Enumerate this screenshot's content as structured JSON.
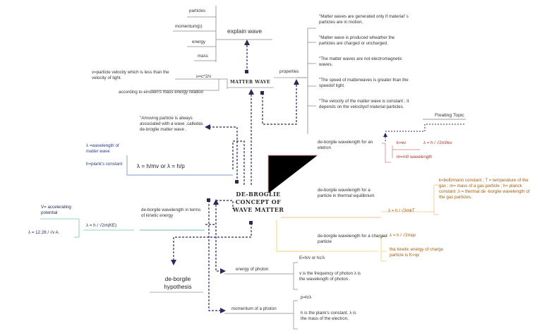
{
  "center": {
    "title_line1": "DE-BROGLIE",
    "title_line2": "CONCEPT OF",
    "title_line3": "WAVE MATTER"
  },
  "matter_wave": {
    "title": "MATTER WAVE",
    "explain": "explain wave",
    "explain_items": [
      "particles",
      "momentum(p)",
      "energy",
      "mass"
    ],
    "formula": "υ=c^2/v",
    "velocity_note": "v=particle velocity which is less than the velocity of light.",
    "einstein": "according to einstein's mass energy relation",
    "properties": "properties",
    "property_items": [
      "\"Matter waves are generated only if material' s particles are in motion.",
      "\"Matter wave is produced wheather the particles are charged or uncharged.",
      "\"The matter waves are not electromagnetic waves.",
      "\"The speed of matterwaves is greater than the speedof light.",
      "\"The velocity of the matter wave is constant ; it depends on the velocityof material particles."
    ]
  },
  "floating_topic": "Floating Topic",
  "moving_particle": "\"Amoving particle is always associated with a wave ,calledas de-broglie matter wave .",
  "formula_main": "λ = h/mv or λ = h/p",
  "lambda_def": "λ =wavelength of matter wave",
  "h_def": "h=plank's constant",
  "electron": {
    "label": "de-borgile wavelength for an eletron",
    "k": "k=ev",
    "formula": "λ = h / √2m0ev",
    "m": "m=m0 wavelength"
  },
  "thermal": {
    "label": "de-borgile wavelength for a particle in thermal equilibrium",
    "formula": "λ = h / √3mkT",
    "note": "k=boltzmann constant ; T = temperature of the gas ; m= mass of a gas particle ; h= planck constant ;λ = thermal de -borglie wavelength of the gas particles."
  },
  "charged": {
    "label": "de-borgile wavelength for a charged particle",
    "formula": "λ = h / √2mqv",
    "note": "tha kinetic energy of charge particle is K=qv"
  },
  "kinetic": {
    "label": "de-borgile wavelength in terms of kinetic energy",
    "formula": "λ = h / √2m(KE)",
    "v_note": "V= accelerating potential",
    "formula2": "λ = 12.26 / √v A"
  },
  "hypothesis": "de-borgile hypothesis",
  "photon_energy": {
    "label": "energy of photon",
    "formula": "E=h/v or hc/λ",
    "note": "v is the frequency of photon λ  is the wavelength of photon ."
  },
  "photon_momentum": {
    "label": "momentum of a photon",
    "formula": "p=h/λ",
    "note": "h is the plank's constant. λ is the mass of the electron."
  }
}
